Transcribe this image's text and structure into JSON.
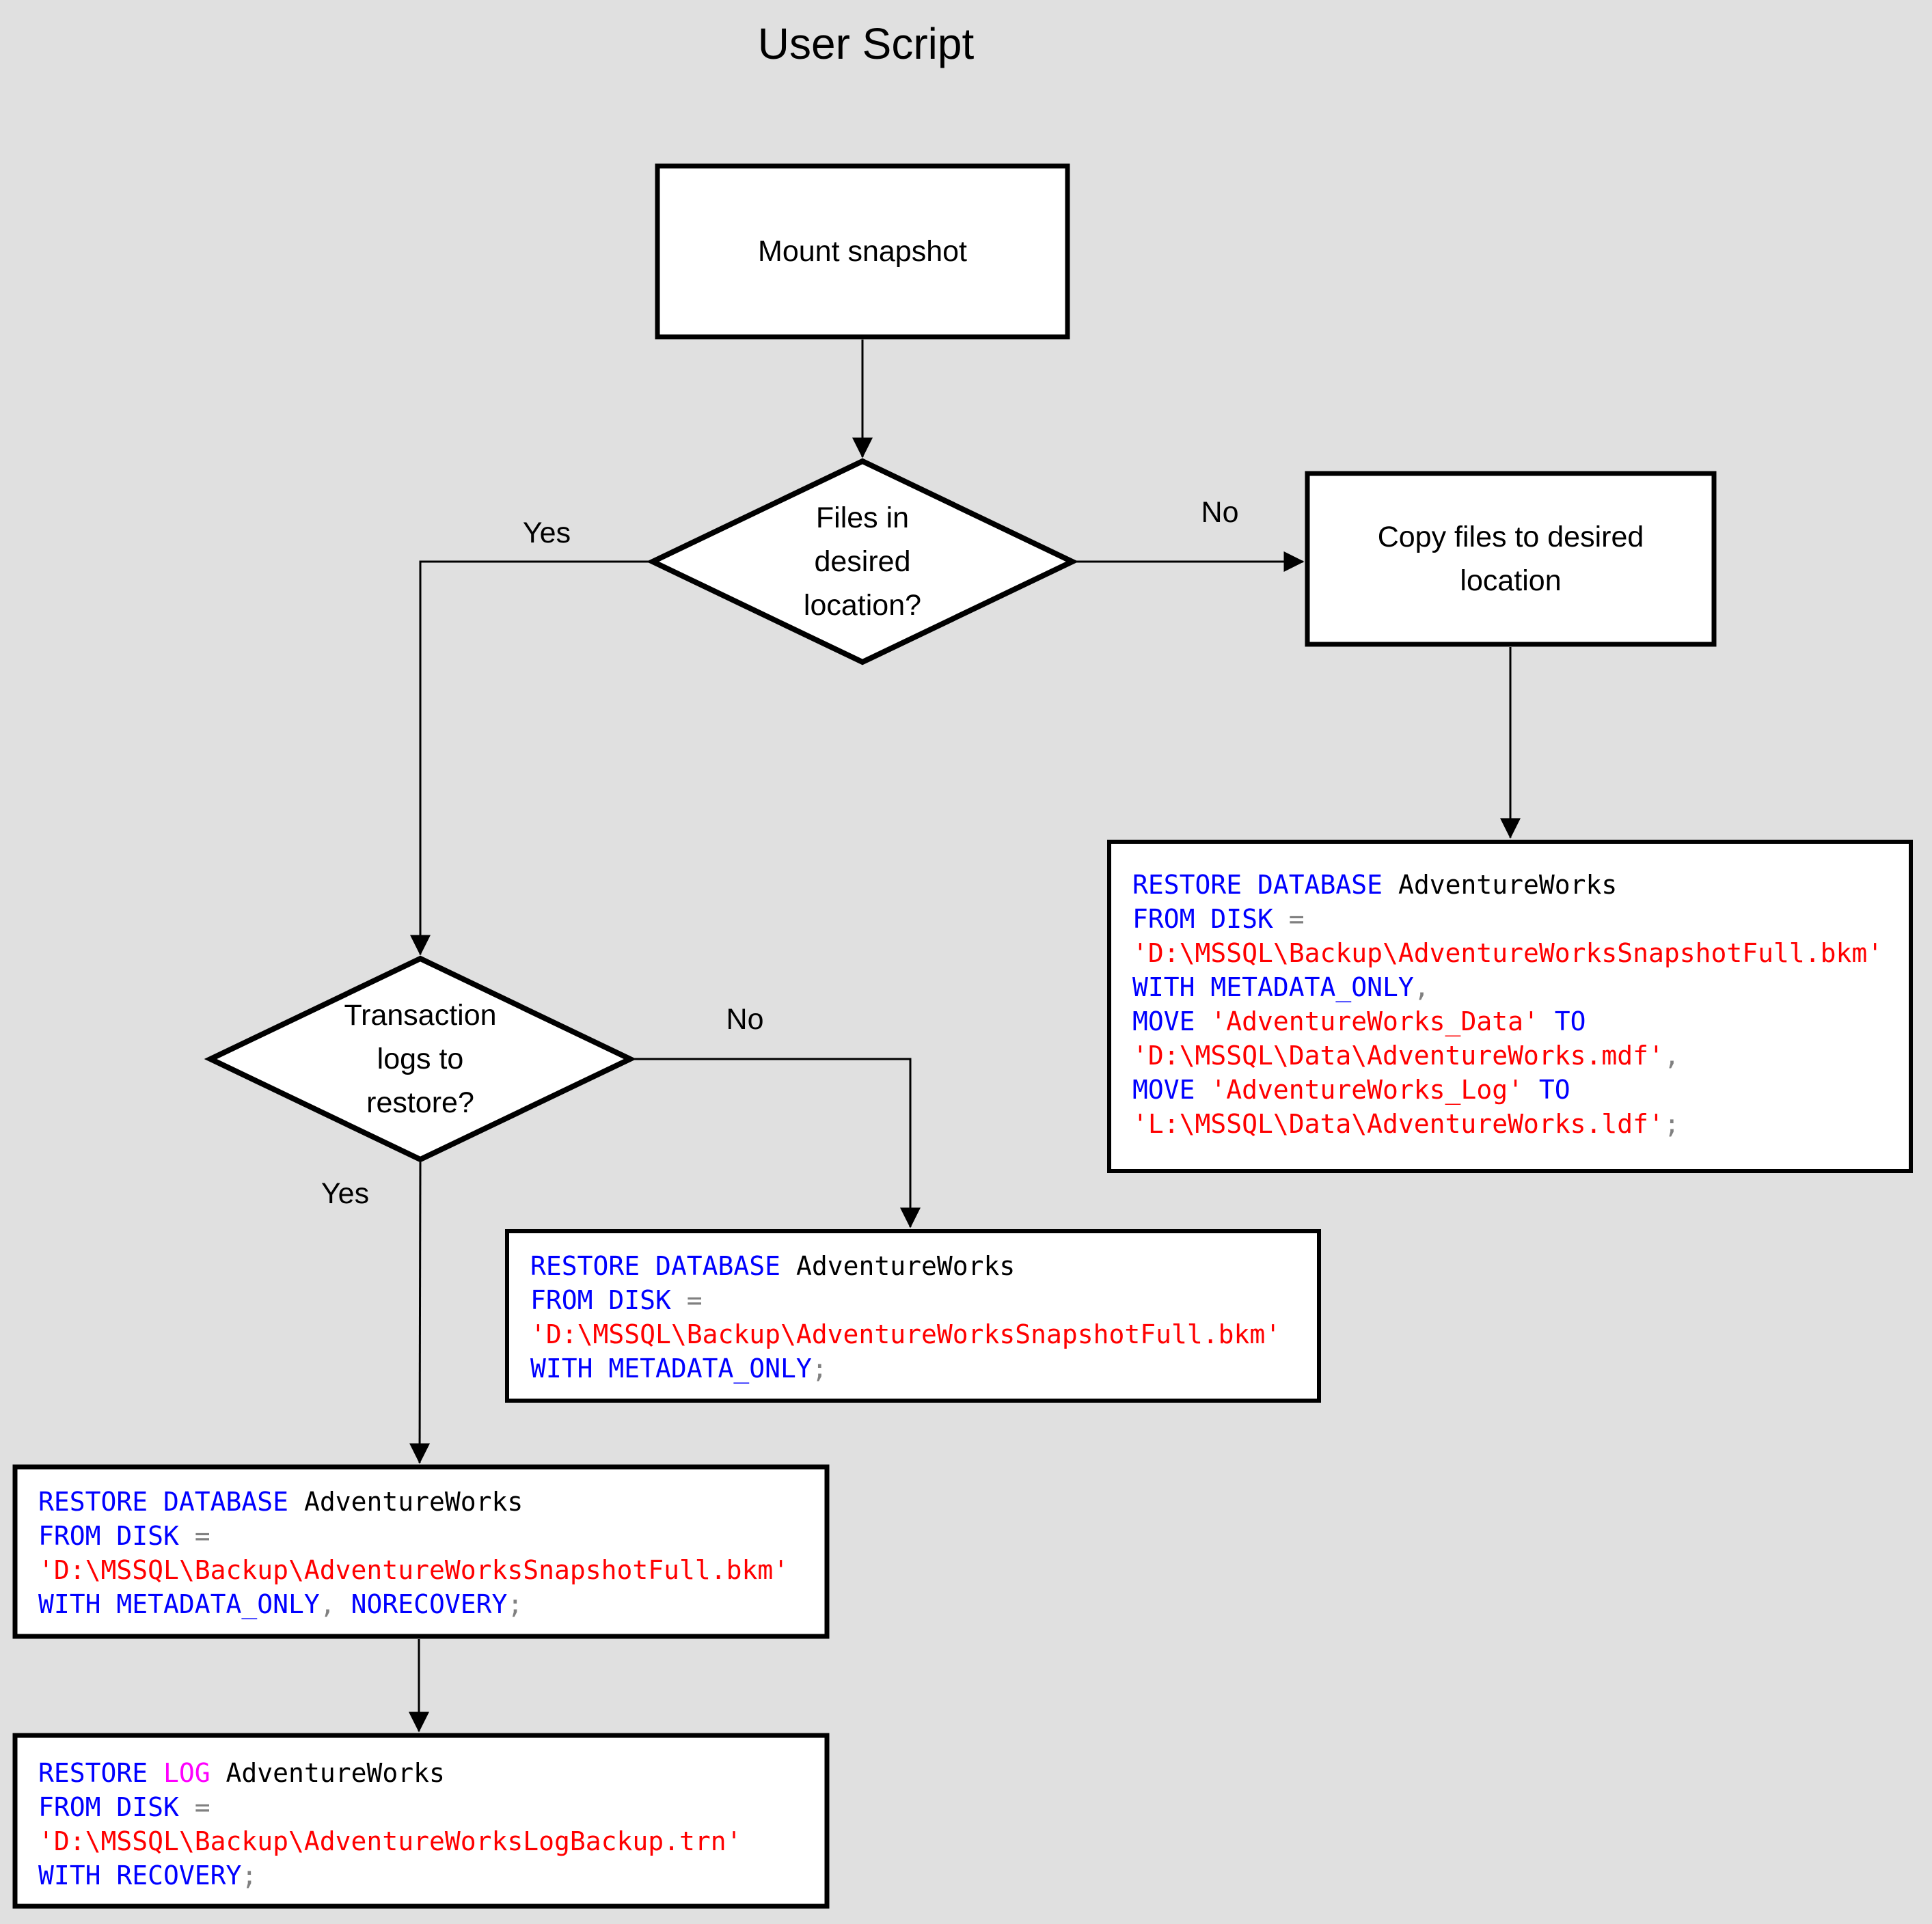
{
  "title": "User Script",
  "colors": {
    "background": "#E0E0E0",
    "shape_fill": "#FFFFFF",
    "border": "#000000",
    "keyword": "#0000FF",
    "string": "#FF0000",
    "operator": "#808080",
    "keyword_magenta": "#FF00FF",
    "identifier": "#000000"
  },
  "nodes": {
    "mount": {
      "label": "Mount snapshot"
    },
    "files_decision": {
      "label": "Files in\ndesired\nlocation?"
    },
    "copy": {
      "label": "Copy files to desired\nlocation"
    },
    "logs_decision": {
      "label": "Transaction\nlogs to\nrestore?"
    }
  },
  "edges": {
    "files_yes": "Yes",
    "files_no": "No",
    "logs_yes": "Yes",
    "logs_no": "No"
  },
  "code_boxes": [
    {
      "id": "restore-copy-location",
      "lines": [
        [
          [
            "RESTORE DATABASE ",
            "kw"
          ],
          [
            "AdventureWorks",
            "id"
          ]
        ],
        [
          [
            "FROM DISK ",
            "kw"
          ],
          [
            "=",
            "op"
          ]
        ],
        [
          [
            "'D:\\MSSQL\\Backup\\AdventureWorksSnapshotFull.bkm'",
            "str"
          ]
        ],
        [
          [
            "WITH METADATA_ONLY",
            "kw"
          ],
          [
            ",",
            "op"
          ]
        ],
        [
          [
            "MOVE ",
            "kw"
          ],
          [
            "'AdventureWorks_Data'",
            "str"
          ],
          [
            " TO",
            "kw"
          ]
        ],
        [
          [
            "'D:\\MSSQL\\Data\\AdventureWorks.mdf'",
            "str"
          ],
          [
            ",",
            "op"
          ]
        ],
        [
          [
            "MOVE ",
            "kw"
          ],
          [
            "'AdventureWorks_Log'",
            "str"
          ],
          [
            " TO",
            "kw"
          ]
        ],
        [
          [
            "'L:\\MSSQL\\Data\\AdventureWorks.ldf'",
            "str"
          ],
          [
            ";",
            "op"
          ]
        ]
      ]
    },
    {
      "id": "restore-no-logs",
      "lines": [
        [
          [
            "RESTORE DATABASE ",
            "kw"
          ],
          [
            "AdventureWorks",
            "id"
          ]
        ],
        [
          [
            "FROM DISK ",
            "kw"
          ],
          [
            "=",
            "op"
          ]
        ],
        [
          [
            "'D:\\MSSQL\\Backup\\AdventureWorksSnapshotFull.bkm'",
            "str"
          ]
        ],
        [
          [
            "WITH METADATA_ONLY",
            "kw"
          ],
          [
            ";",
            "op"
          ]
        ]
      ]
    },
    {
      "id": "restore-norecovery",
      "lines": [
        [
          [
            "RESTORE DATABASE ",
            "kw"
          ],
          [
            "AdventureWorks",
            "id"
          ]
        ],
        [
          [
            "FROM DISK ",
            "kw"
          ],
          [
            "=",
            "op"
          ]
        ],
        [
          [
            "'D:\\MSSQL\\Backup\\AdventureWorksSnapshotFull.bkm'",
            "str"
          ]
        ],
        [
          [
            "WITH METADATA_ONLY",
            "kw"
          ],
          [
            ", ",
            "op"
          ],
          [
            "NORECOVERY",
            "kw"
          ],
          [
            ";",
            "op"
          ]
        ]
      ]
    },
    {
      "id": "restore-log-recovery",
      "lines": [
        [
          [
            "RESTORE ",
            "kw"
          ],
          [
            "LOG",
            "log"
          ],
          [
            " AdventureWorks",
            "id"
          ]
        ],
        [
          [
            "FROM DISK ",
            "kw"
          ],
          [
            "=",
            "op"
          ]
        ],
        [
          [
            "'D:\\MSSQL\\Backup\\AdventureWorksLogBackup.trn'",
            "str"
          ]
        ],
        [
          [
            "WITH RECOVERY",
            "kw"
          ],
          [
            ";",
            "op"
          ]
        ]
      ]
    }
  ]
}
